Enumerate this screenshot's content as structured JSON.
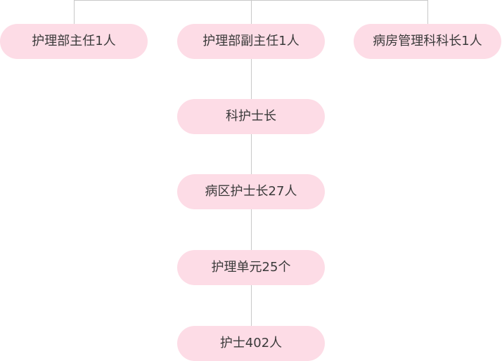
{
  "org_chart": {
    "top_row": {
      "director": "护理部主任1人",
      "vice_director": "护理部副主任1人",
      "ward_management_chief": "病房管理科科长1人"
    },
    "chain": {
      "department_head_nurse": "科护士长",
      "ward_head_nurses": "病区护士长27人",
      "nursing_units": "护理单元25个",
      "nurses": "护士402人"
    }
  },
  "colors": {
    "node_fill": "#fddce6",
    "connector": "#c8c8c8",
    "text": "#3a3a3a"
  }
}
